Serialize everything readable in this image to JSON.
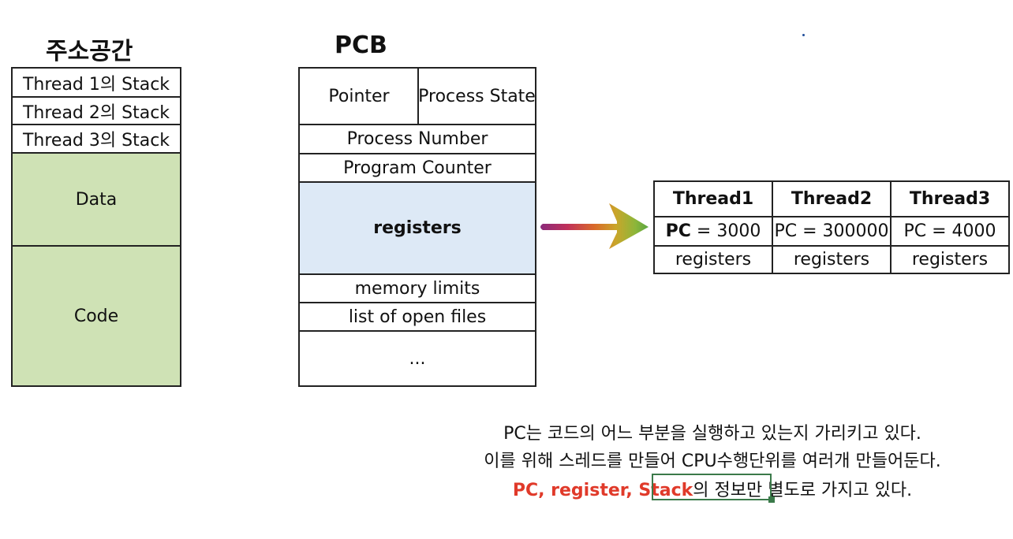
{
  "address_space": {
    "title": "주소공간",
    "rows": [
      "Thread 1의 Stack",
      "Thread 2의 Stack",
      "Thread 3의 Stack",
      "Data",
      "Code"
    ]
  },
  "pcb": {
    "title": "PCB",
    "pointer": "Pointer",
    "process_state": "Process State",
    "rows": [
      "Process Number",
      "Program Counter",
      "registers",
      "memory limits",
      "list of open files",
      "..."
    ]
  },
  "thread_table": {
    "headers": [
      "Thread1",
      "Thread2",
      "Thread3"
    ],
    "pc_label": "PC",
    "pc_values": [
      "= 3000",
      "PC = 300000",
      "PC = 4000"
    ],
    "registers": [
      "registers",
      "registers",
      "registers"
    ]
  },
  "notes": {
    "line1": "PC는 코드의 어느 부분을 실행하고 있는지 가리키고 있다.",
    "line2": "이를 위해 스레드를 만들어 CPU수행단위를 여러개 만들어둔다.",
    "line3_highlight": "PC, register, Stack",
    "line3_rest": "의 정보만 별도로 가지고 있다."
  },
  "colors": {
    "green_fill": "#cfe2b5",
    "blue_fill": "#dde9f6",
    "highlight_red": "#e03a2a",
    "box_outline": "#3b7a4a"
  },
  "icons": {
    "arrow": "rainbow-arrow-icon"
  }
}
